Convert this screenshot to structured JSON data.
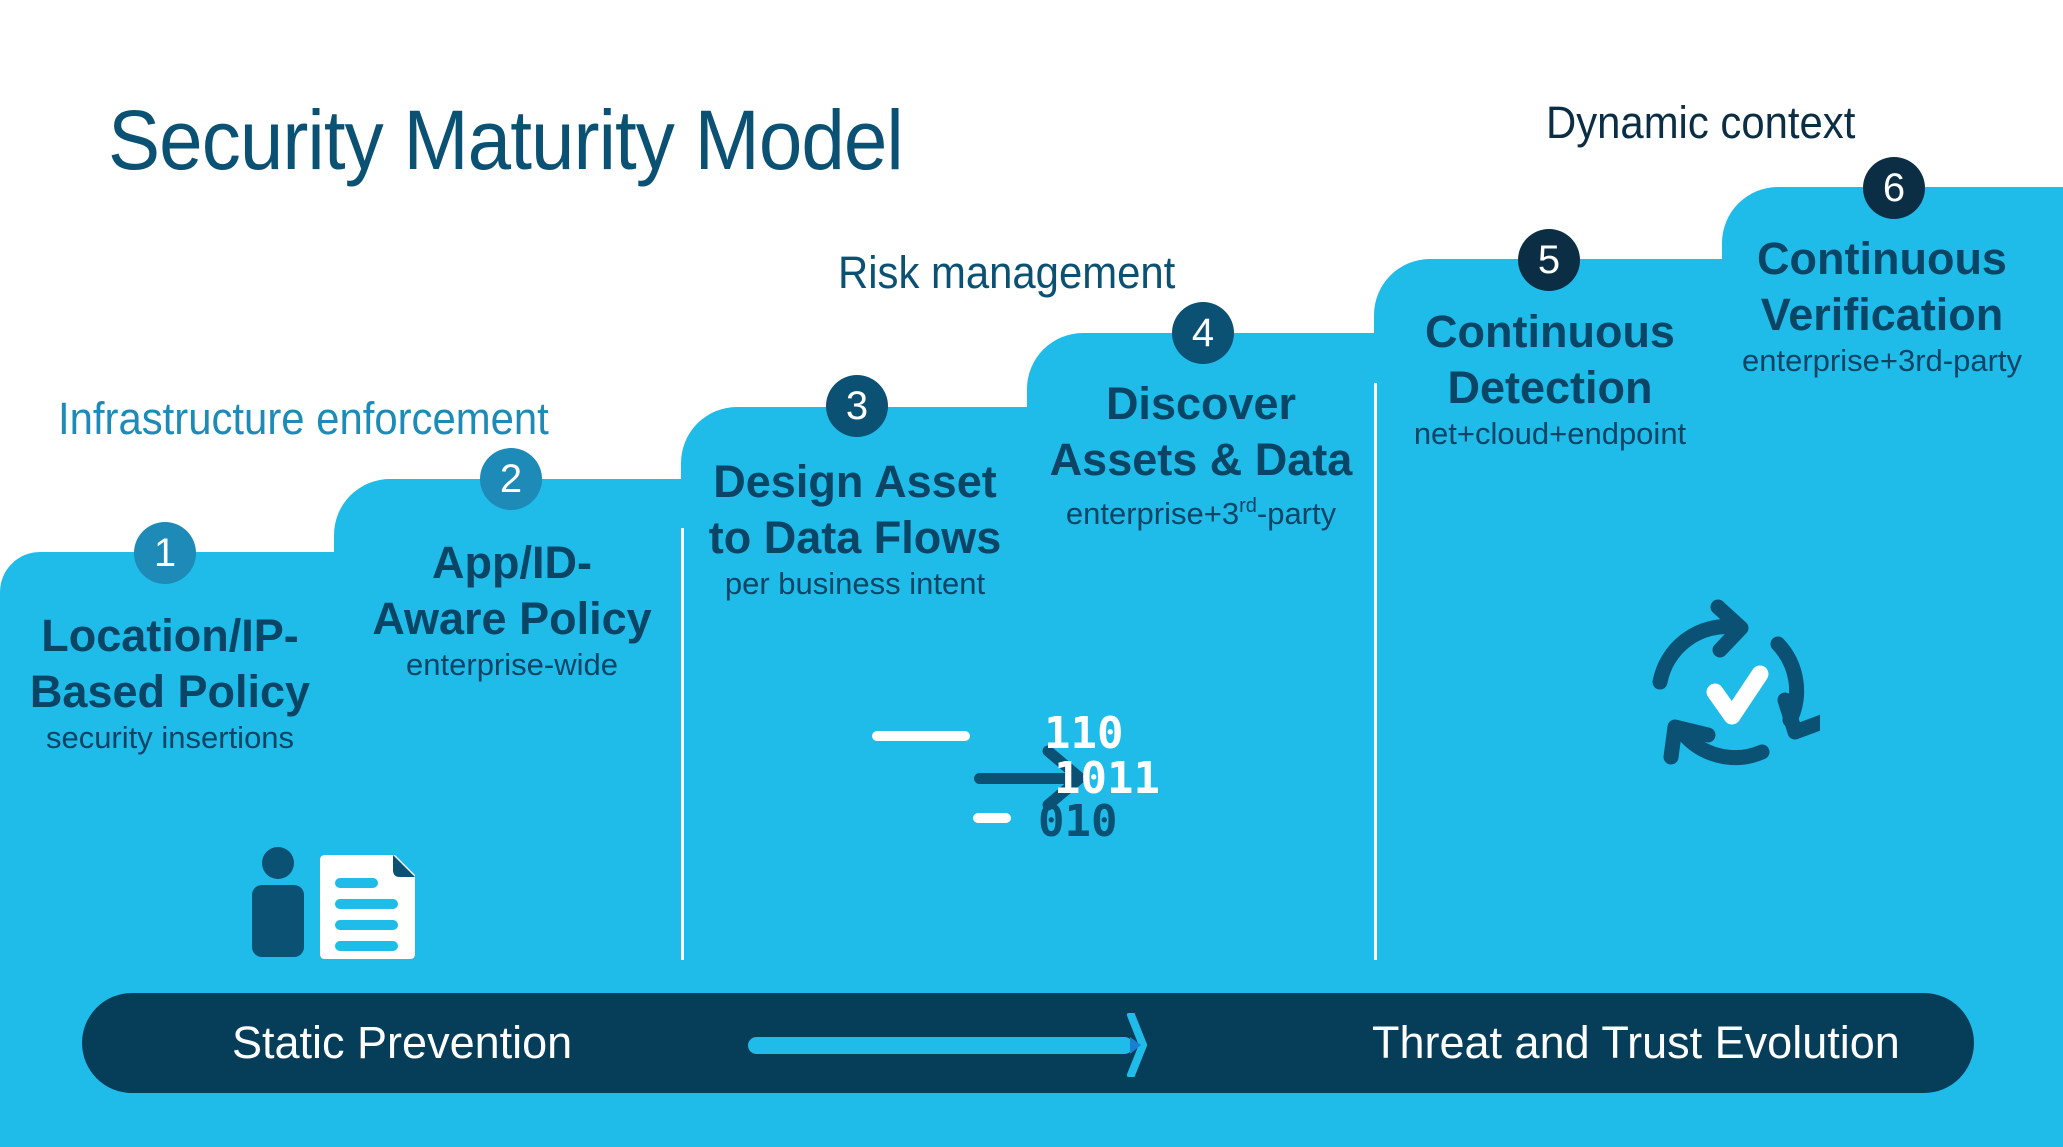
{
  "title": "Security Maturity Model",
  "phases": [
    {
      "label": "Infrastructure enforcement"
    },
    {
      "label": "Risk management"
    },
    {
      "label": "Dynamic context"
    }
  ],
  "steps": [
    {
      "number": "1",
      "heading": "Location/IP-\nBased Policy",
      "sub": "security insertions"
    },
    {
      "number": "2",
      "heading": "App/ID-\nAware Policy",
      "sub": "enterprise-wide"
    },
    {
      "number": "3",
      "heading": "Design Asset\nto Data Flows",
      "sub": "per business intent"
    },
    {
      "number": "4",
      "heading": "Discover\nAssets & Data",
      "sub_prefix": "enterprise+3",
      "sub_sup": "rd",
      "sub_suffix": "-party"
    },
    {
      "number": "5",
      "heading": "Continuous\nDetection",
      "sub": "net+cloud+endpoint"
    },
    {
      "number": "6",
      "heading": "Continuous\nVerification",
      "sub": "enterprise+3rd-party"
    }
  ],
  "icons": {
    "user_document": "user-document-icon",
    "data_flow": "binary-data-flow-icon",
    "continuous_cycle": "cycle-check-icon",
    "binary_rows": [
      "110",
      "1011",
      "010"
    ]
  },
  "progression_bar": {
    "start_label": "Static Prevention",
    "end_label": "Threat and Trust Evolution"
  },
  "colors": {
    "step_fill": "#1fbbe9",
    "dark_navy": "#063d58",
    "title_blue": "#0a5173",
    "badge_light": "#1d8ab7",
    "badge_mid": "#0a5173",
    "badge_dark": "#0b2e45"
  }
}
